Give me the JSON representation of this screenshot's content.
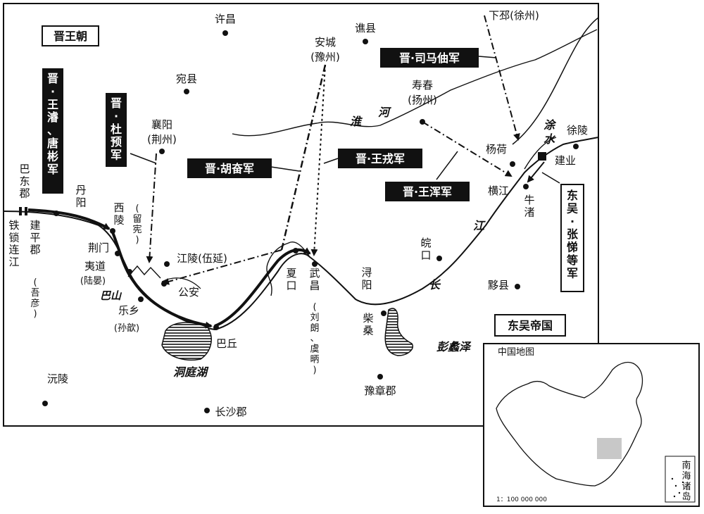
{
  "map": {
    "dynasty_label": "晋王朝",
    "wu_label": "东吴帝国",
    "armies": {
      "wangjun": "晋·王濬、唐彬军",
      "duyu": "晋·杜预军",
      "hufen": "晋·胡奋军",
      "wangrong": "晋·王戎军",
      "wanghun": "晋·王浑军",
      "simazhou": "晋·司马伷军",
      "zhangti": "东吴·张悌等军"
    },
    "cities": {
      "xuchang": "许昌",
      "qiaoxian": "谯县",
      "xiapi": "下邳(徐州)",
      "anching_1": "安城",
      "anching_2": "(豫州)",
      "wanxian": "宛县",
      "shouchun_1": "寿春",
      "shouchun_2": "(扬州)",
      "xiangyang_1": "襄阳",
      "xiangyang_2": "(荆州)",
      "yanghe": "杨荷",
      "xuling": "徐陵",
      "jianye": "建业",
      "hengjiang": "横江",
      "niuzhu": "牛渚",
      "badong": "巴东郡",
      "danyang": "丹阳",
      "xiling": "西陵",
      "liuxian": "(留宪)",
      "jianping": "建平郡",
      "wuyan": "(吾彦)",
      "jingmen": "荆门",
      "yidao": "夷道",
      "lujing": "(陆晏)",
      "jiangling": "江陵(伍延)",
      "gongan": "公安",
      "leixiang": "乐乡",
      "sunxin": "(孙歆)",
      "xiakou": "夏口",
      "wuchang": "武昌",
      "liulang": "(刘朗、虞昞)",
      "baqiu": "巴丘",
      "xunyang": "浔阳",
      "chaisang": "柴桑",
      "wankou": "皖口",
      "yixian": "黟县",
      "yuanling": "沅陵",
      "changsha": "长沙郡",
      "yuzhang": "豫章郡"
    },
    "features": {
      "huaihe": [
        "淮",
        "河"
      ],
      "tushui": [
        "涂",
        "水"
      ],
      "jiang": "江",
      "chang": "长",
      "dongting": "洞庭湖",
      "pengli": "彭蠡泽",
      "bashan": "巴山",
      "tiesuo": "铁锁连江"
    },
    "inset": {
      "title": "中国地图",
      "scale": "1：100 000 000",
      "islands_label": "南海诸岛"
    }
  }
}
